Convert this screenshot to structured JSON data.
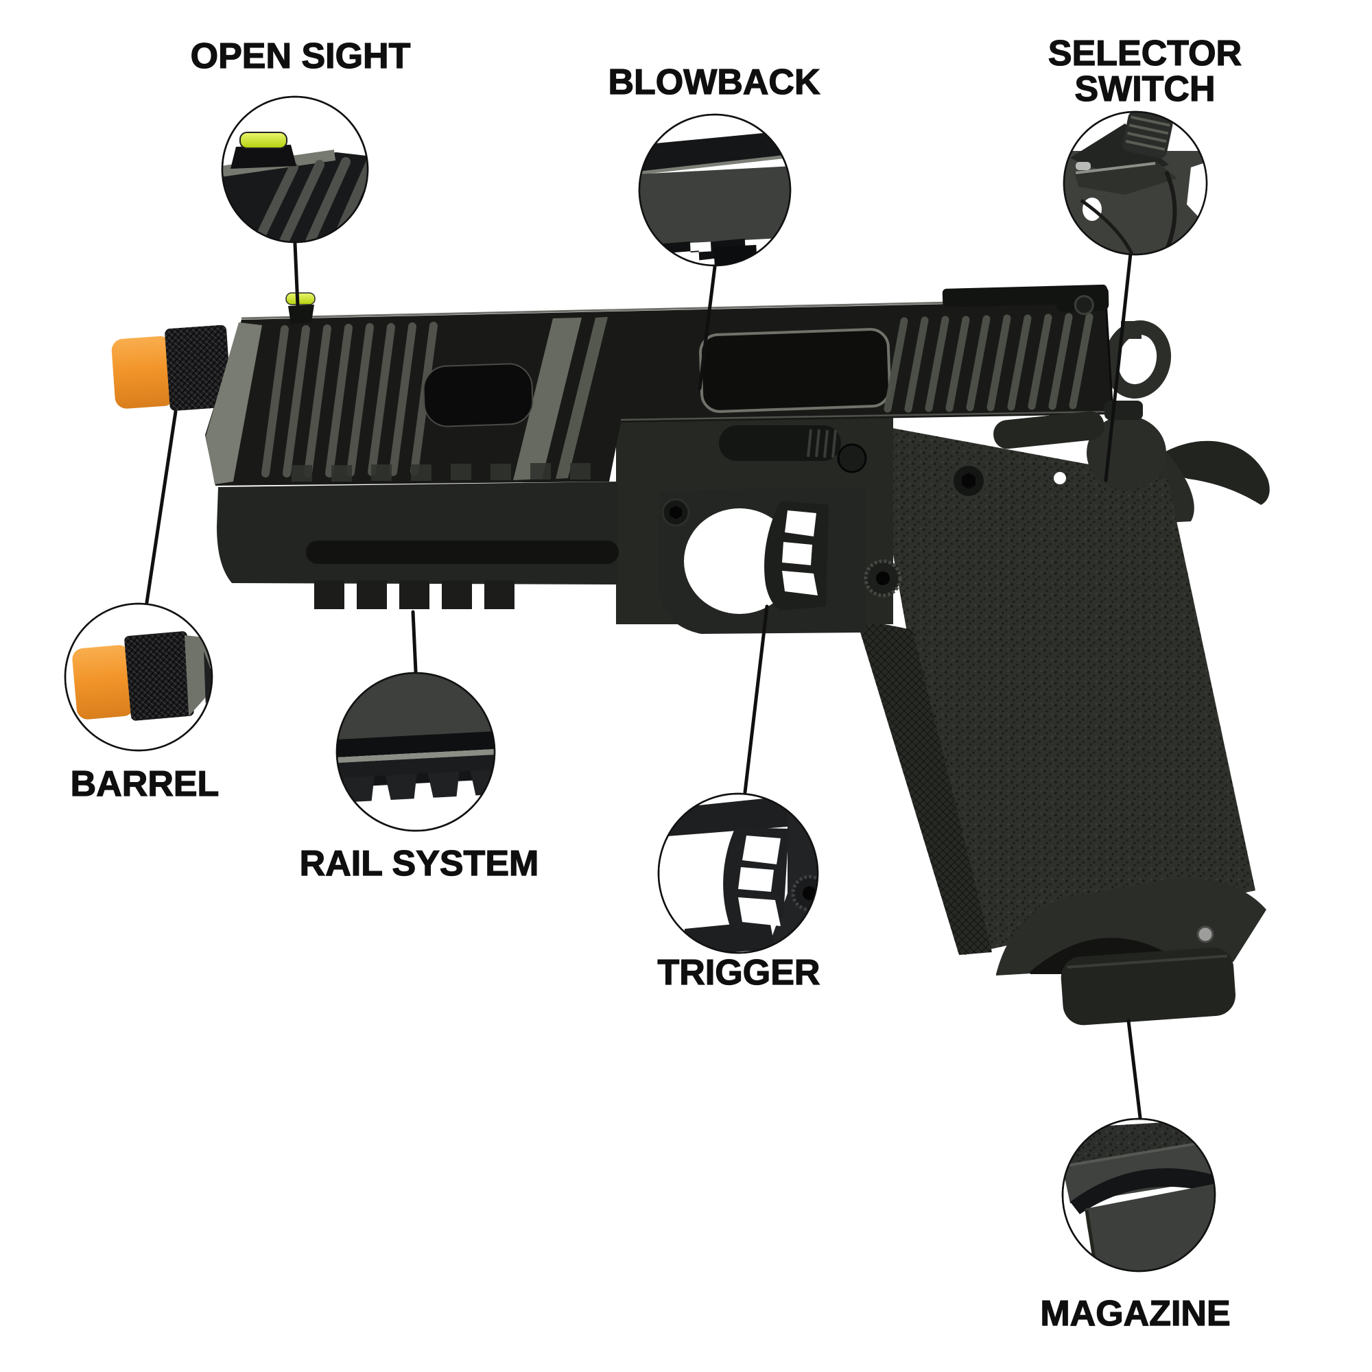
{
  "diagram": {
    "subject": "gas blowback airsoft pistol parts diagram",
    "background_color": "#ffffff",
    "label_text_color": "#0f0f0f",
    "leader_line_color": "#101010",
    "callout_circle_fill": "#ffffff",
    "callout_circle_stroke": "#111111"
  },
  "colors": {
    "slide_black": "#191a18",
    "frame_gray": "#232522",
    "grip_gray": "#2e302c",
    "accent_brushed_gray": "#6b6e64",
    "muzzle_orange": "#f2952a",
    "fiber_optic_green": "#cfe32e"
  },
  "callouts": [
    {
      "id": "open-sight",
      "label": "OPEN SIGHT"
    },
    {
      "id": "blowback",
      "label": "BLOWBACK"
    },
    {
      "id": "selector-switch",
      "label": "SELECTOR SWITCH"
    },
    {
      "id": "barrel",
      "label": "BARREL"
    },
    {
      "id": "rail-system",
      "label": "RAIL SYSTEM"
    },
    {
      "id": "trigger",
      "label": "TRIGGER"
    },
    {
      "id": "magazine",
      "label": "MAGAZINE"
    }
  ]
}
